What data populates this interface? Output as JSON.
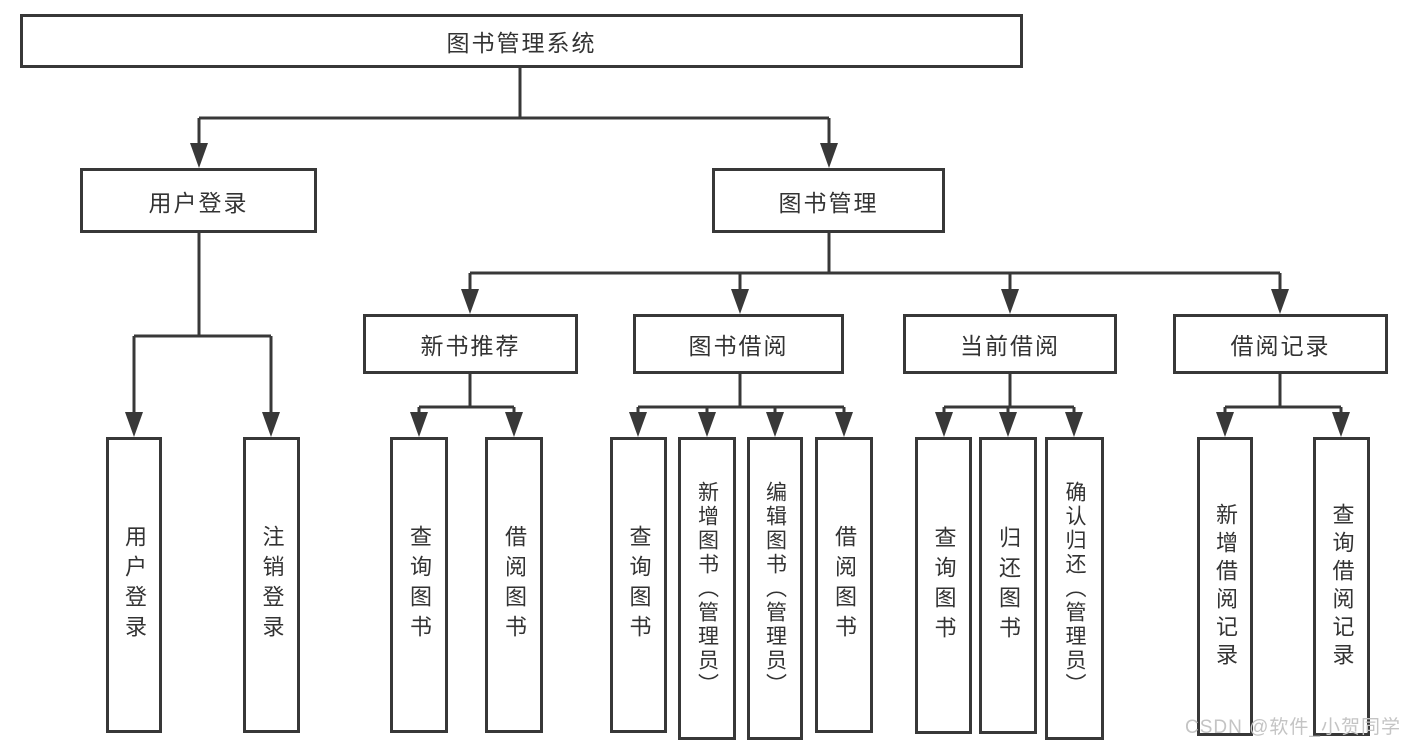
{
  "diagram": {
    "root": {
      "label": "图书管理系统"
    },
    "branches": [
      {
        "label": "用户登录",
        "children": [
          "用户登录",
          "注销登录"
        ]
      },
      {
        "label": "图书管理",
        "sections": [
          {
            "label": "新书推荐",
            "children": [
              "查询图书",
              "借阅图书"
            ]
          },
          {
            "label": "图书借阅",
            "children": [
              "查询图书",
              "新增图书（管理员）",
              "编辑图书（管理员）",
              "借阅图书"
            ]
          },
          {
            "label": "当前借阅",
            "children": [
              "查询图书",
              "归还图书",
              "确认归还（管理员）"
            ]
          },
          {
            "label": "借阅记录",
            "children": [
              "新增借阅记录",
              "查询借阅记录"
            ]
          }
        ]
      }
    ]
  },
  "watermark": {
    "text": "CSDN @软件_小贺同学"
  },
  "colors": {
    "line": "#383838",
    "box_border": "#383838",
    "text": "#333333",
    "watermark": "#c4c4c4",
    "background": "#ffffff"
  }
}
